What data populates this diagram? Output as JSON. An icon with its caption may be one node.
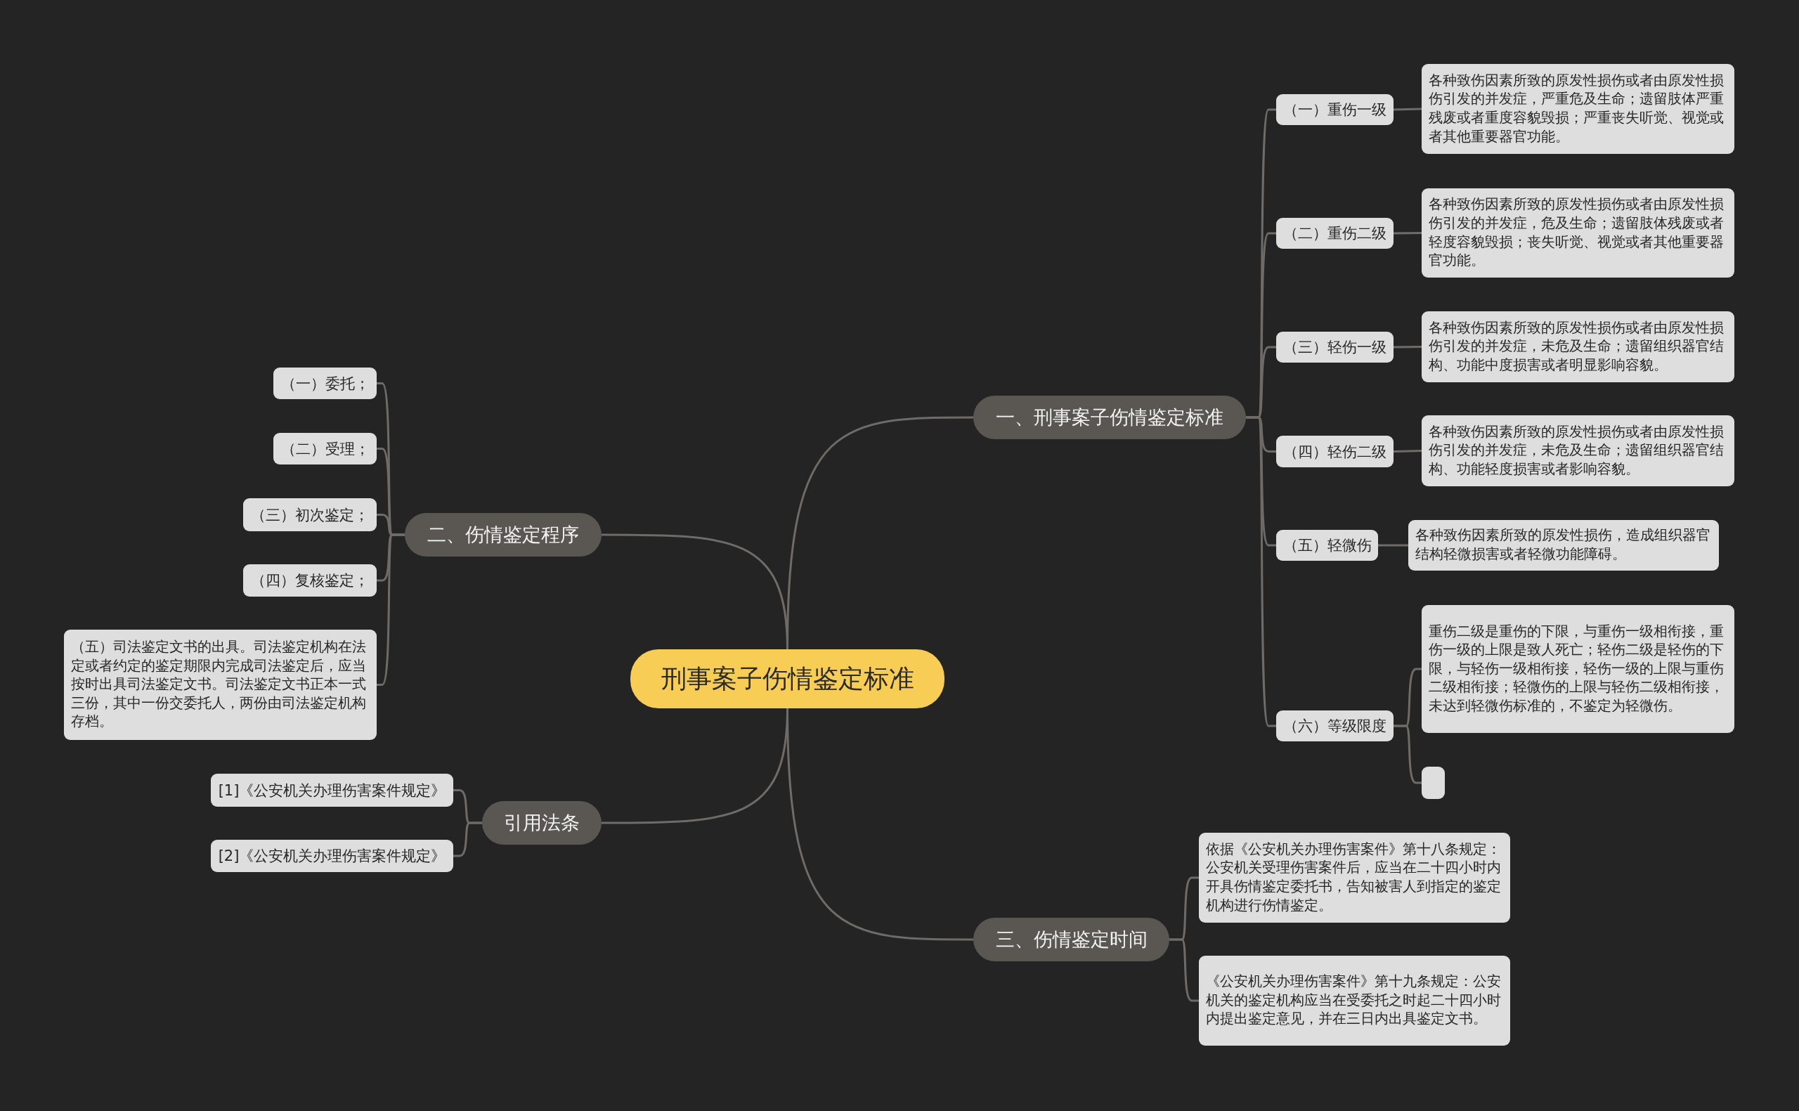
{
  "diagram": {
    "nodes": [
      {
        "text": [
          "刑事案子伤情鉴定标准"
        ]
      },
      {
        "text": [
          "一、刑事案子伤情鉴定标准"
        ]
      },
      {
        "text": [
          "（一）重伤一级"
        ]
      },
      {
        "text": [
          "各种致伤因素所致的原发性损伤或者由原发性损伤引发的并发症，严重危及生命；遗留肢体严重残废或者重度容貌毁损；严重丧失听觉、视觉或者其他重要器官功能。"
        ]
      },
      {
        "text": [
          "（二）重伤二级"
        ]
      },
      {
        "text": [
          "各种致伤因素所致的原发性损伤或者由原发性损伤引发的并发症，危及生命；遗留肢体残废或者轻度容貌毁损；丧失听觉、视觉或者其他重要器官功能。"
        ]
      },
      {
        "text": [
          "（三）轻伤一级"
        ]
      },
      {
        "text": [
          "各种致伤因素所致的原发性损伤或者由原发性损伤引发的并发症，未危及生命；遗留组织器官结构、功能中度损害或者明显影响容貌。"
        ]
      },
      {
        "text": [
          "（四）轻伤二级"
        ]
      },
      {
        "text": [
          "各种致伤因素所致的原发性损伤或者由原发性损伤引发的并发症，未危及生命；遗留组织器官结构、功能轻度损害或者影响容貌。"
        ]
      },
      {
        "text": [
          "（五）轻微伤"
        ]
      },
      {
        "text": [
          "各种致伤因素所致的原发性损伤，造成组织器官结构轻微损害或者轻微功能障碍。"
        ]
      },
      {
        "text": [
          "（六）等级限度"
        ]
      },
      {
        "text": [
          "重伤二级是重伤的下限，与重伤一级相衔接，重伤一级的上限是致人死亡；轻伤二级是轻伤的下限，与轻伤一级相衔接，轻伤一级的上限与重伤二级相衔接；轻微伤的上限与轻伤二级相衔接，未达到轻微伤标准的，不鉴定为轻微伤。"
        ]
      },
      {
        "text": [],
        "shape": "box"
      },
      {
        "text": [
          "二、伤情鉴定程序"
        ]
      },
      {
        "text": [
          "（一）委托；"
        ]
      },
      {
        "text": [
          "（二）受理；"
        ]
      },
      {
        "text": [
          "（三）初次鉴定；"
        ]
      },
      {
        "text": [
          "（四）复核鉴定；"
        ]
      },
      {
        "text": [
          "（五）司法鉴定文书的出具。司法鉴定机构在法定或者约定的鉴定期限内完成司法鉴定后，应当按时出具司法鉴定文书。司法鉴定文书正本一式三份，其中一份交委托人，两份由司法鉴定机构存档。"
        ]
      },
      {
        "text": [
          "引用法条"
        ]
      },
      {
        "text": [
          "[1]《公安机关办理伤害案件规定》"
        ]
      },
      {
        "text": [
          "[2]《公安机关办理伤害案件规定》"
        ]
      },
      {
        "text": [
          "三、伤情鉴定时间"
        ]
      },
      {
        "text": [
          "依据《公安机关办理伤害案件》第十八条规定：公安机关受理伤害案件后，应当在二十四小时内开具伤情鉴定委托书，告知被害人到指定的鉴定机构进行伤情鉴定。"
        ]
      },
      {
        "text": [
          "《公安机关办理伤害案件》第十九条规定：公安机关的鉴定机构应当在受委托之时起二十四小时内提出鉴定意见，并在三日内出具鉴定文书。"
        ]
      }
    ],
    "edges": [
      {
        "from": 0,
        "to": 1,
        "arrow": "none"
      },
      {
        "from": 1,
        "to": 2,
        "arrow": "none"
      },
      {
        "from": 2,
        "to": 3,
        "arrow": "none"
      },
      {
        "from": 1,
        "to": 4,
        "arrow": "none"
      },
      {
        "from": 4,
        "to": 5,
        "arrow": "none"
      },
      {
        "from": 1,
        "to": 6,
        "arrow": "none"
      },
      {
        "from": 6,
        "to": 7,
        "arrow": "none"
      },
      {
        "from": 1,
        "to": 8,
        "arrow": "none"
      },
      {
        "from": 8,
        "to": 9,
        "arrow": "none"
      },
      {
        "from": 1,
        "to": 10,
        "arrow": "none"
      },
      {
        "from": 10,
        "to": 11,
        "arrow": "none"
      },
      {
        "from": 1,
        "to": 12,
        "arrow": "none"
      },
      {
        "from": 12,
        "to": 13,
        "arrow": "none"
      },
      {
        "from": 12,
        "to": 14,
        "arrow": "none"
      },
      {
        "from": 0,
        "to": 15,
        "arrow": "none"
      },
      {
        "from": 15,
        "to": 16,
        "arrow": "none"
      },
      {
        "from": 15,
        "to": 17,
        "arrow": "none"
      },
      {
        "from": 15,
        "to": 18,
        "arrow": "none"
      },
      {
        "from": 15,
        "to": 19,
        "arrow": "none"
      },
      {
        "from": 15,
        "to": 20,
        "arrow": "none"
      },
      {
        "from": 0,
        "to": 21,
        "arrow": "none"
      },
      {
        "from": 21,
        "to": 22,
        "arrow": "none"
      },
      {
        "from": 21,
        "to": 23,
        "arrow": "none"
      },
      {
        "from": 0,
        "to": 24,
        "arrow": "none"
      },
      {
        "from": 24,
        "to": 25,
        "arrow": "none"
      },
      {
        "from": 24,
        "to": 26,
        "arrow": "none"
      }
    ]
  }
}
